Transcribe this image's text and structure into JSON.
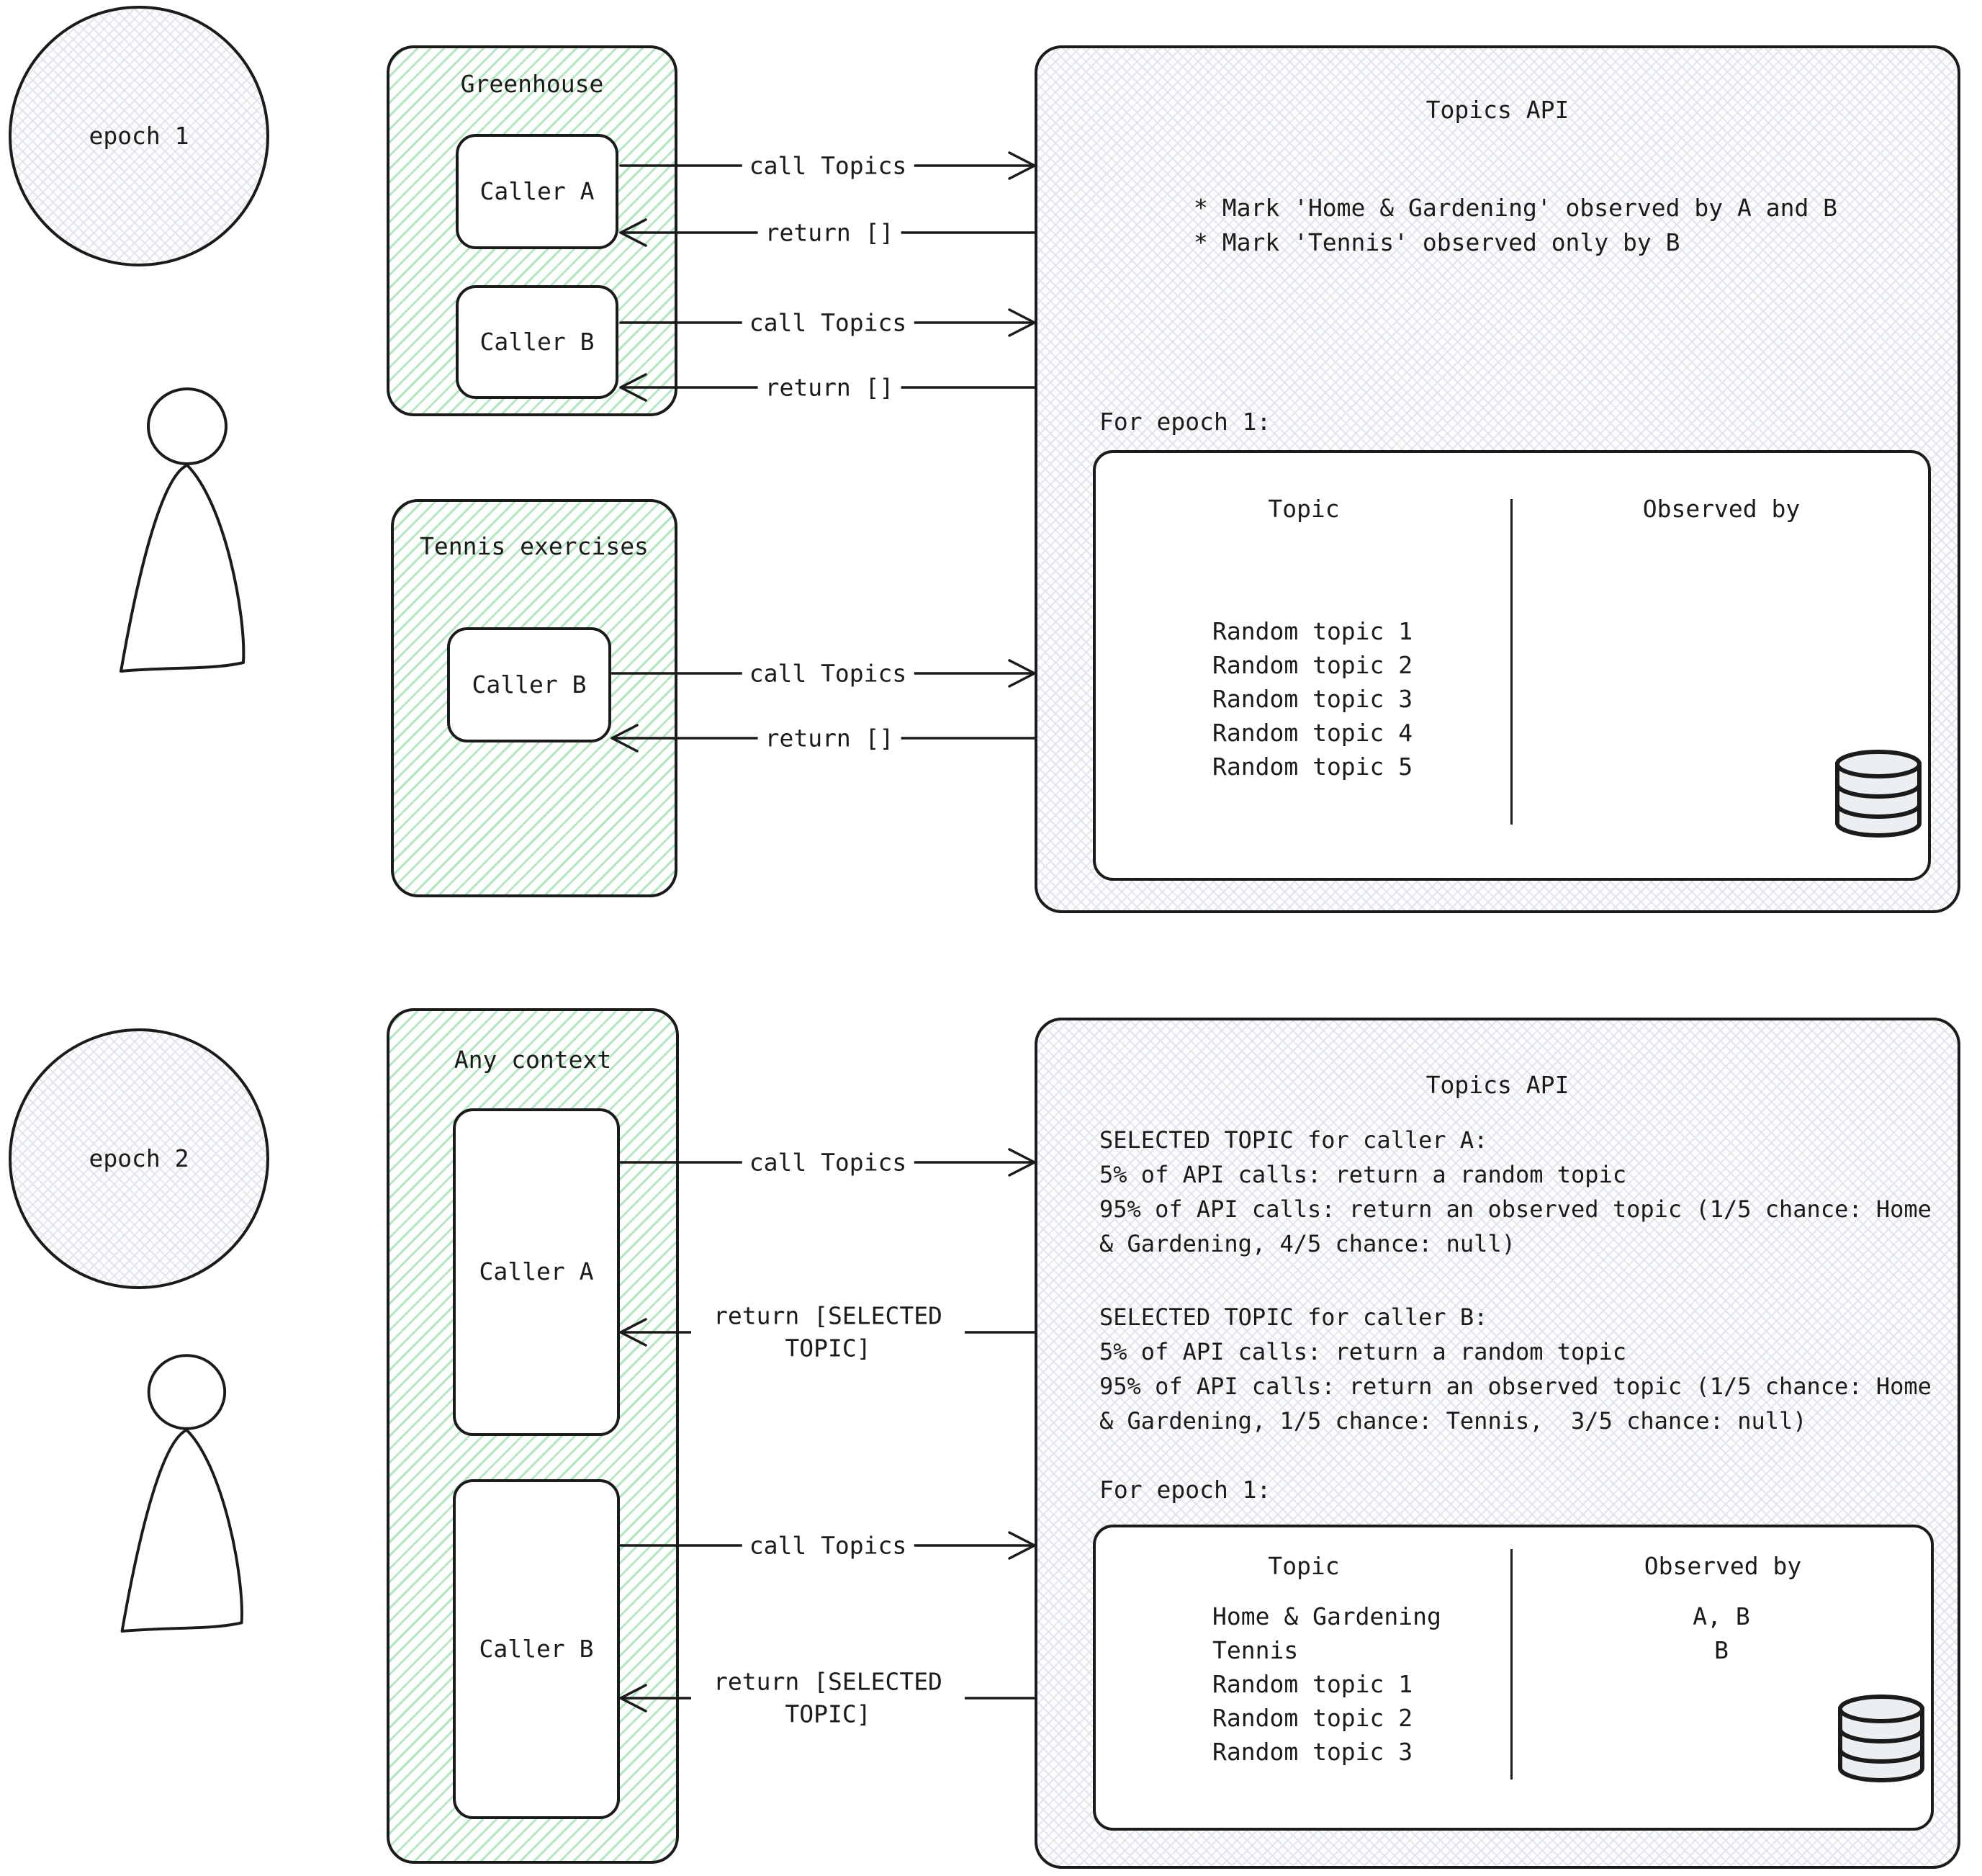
{
  "epoch1_section": {
    "epoch_badge": "epoch 1",
    "greenhouse": {
      "title": "Greenhouse",
      "callers": [
        "Caller A",
        "Caller B"
      ]
    },
    "tennis": {
      "title": "Tennis exercises",
      "caller": "Caller B"
    },
    "arrows": {
      "caller_a_call": "call Topics",
      "caller_a_return": "return []",
      "caller_b_call": "call Topics",
      "caller_b_return": "return []",
      "tennis_call": "call Topics",
      "tennis_return": "return []"
    },
    "api": {
      "title": "Topics API",
      "notes": [
        "* Mark 'Home & Gardening' observed by A and B",
        "* Mark 'Tennis' observed only by B"
      ],
      "epoch_label": "For epoch 1:",
      "table": {
        "col_topic": "Topic",
        "col_observed": "Observed by",
        "rows": [
          {
            "topic": "Random topic 1",
            "observed": ""
          },
          {
            "topic": "Random topic 2",
            "observed": ""
          },
          {
            "topic": "Random topic 3",
            "observed": ""
          },
          {
            "topic": "Random topic 4",
            "observed": ""
          },
          {
            "topic": "Random topic 5",
            "observed": ""
          }
        ]
      },
      "database_icon": "database-cylinder"
    }
  },
  "epoch2_section": {
    "epoch_badge": "epoch 2",
    "any_context": {
      "title": "Any context",
      "callers": [
        "Caller A",
        "Caller B"
      ]
    },
    "arrows": {
      "caller_a_call": "call Topics",
      "caller_a_return": "return [SELECTED TOPIC]",
      "caller_b_call": "call Topics",
      "caller_b_return": "return [SELECTED TOPIC]"
    },
    "api": {
      "title": "Topics API",
      "caller_a_rule": [
        "SELECTED TOPIC for caller A:",
        "5% of API calls: return a random topic",
        "95% of API calls: return an observed topic (1/5 chance: Home",
        "& Gardening, 4/5 chance: null)"
      ],
      "caller_b_rule": [
        "SELECTED TOPIC for caller B:",
        "5% of API calls: return a random topic",
        "95% of API calls: return an observed topic (1/5 chance: Home",
        "& Gardening, 1/5 chance: Tennis,  3/5 chance: null)"
      ],
      "epoch_label": "For epoch 1:",
      "table": {
        "col_topic": "Topic",
        "col_observed": "Observed by",
        "rows": [
          {
            "topic": "Home & Gardening",
            "observed": "A, B"
          },
          {
            "topic": "Tennis",
            "observed": "B"
          },
          {
            "topic": "Random topic 1",
            "observed": ""
          },
          {
            "topic": "Random topic 2",
            "observed": ""
          },
          {
            "topic": "Random topic 3",
            "observed": ""
          }
        ]
      },
      "database_icon": "database-cylinder"
    }
  },
  "colors": {
    "ink": "#1b1b1b",
    "green_hatch_line": "#b4e7c1",
    "cross_hatch_line": "#e1e6ec"
  }
}
